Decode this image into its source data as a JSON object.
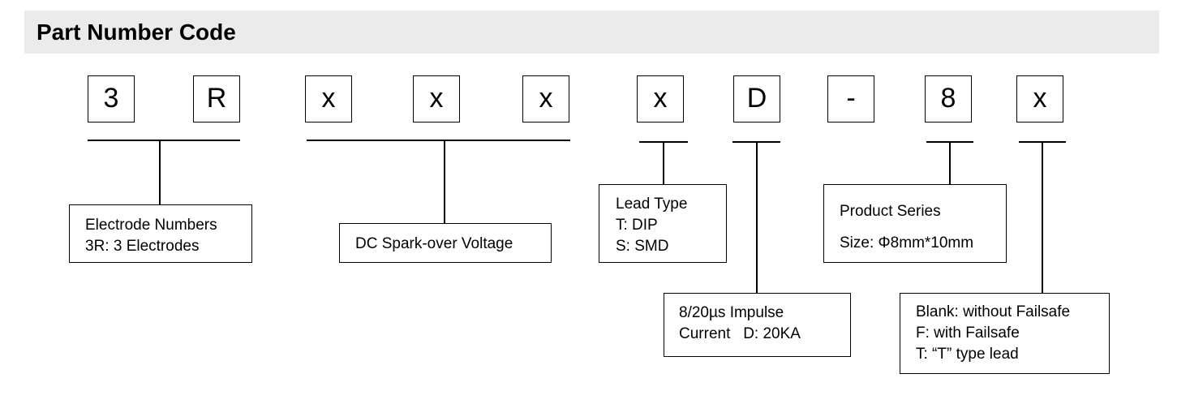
{
  "header": {
    "title": "Part Number Code"
  },
  "code_chars": [
    "3",
    "R",
    "x",
    "x",
    "x",
    "x",
    "D",
    "-",
    "8",
    "x"
  ],
  "descriptions": {
    "electrode": {
      "line1": "Electrode Numbers",
      "line2": "3R: 3 Electrodes"
    },
    "voltage": {
      "line1": "DC Spark-over Voltage"
    },
    "lead": {
      "line1": "Lead Type",
      "line2": "T: DIP",
      "line3": "S: SMD"
    },
    "impulse": {
      "line1": "8/20µs Impulse",
      "line2": "Current   D: 20KA"
    },
    "series": {
      "line1": "Product Series",
      "line2": "Size: Φ8mm*10mm"
    },
    "failsafe": {
      "line1": "Blank: without Failsafe",
      "line2": "F: with Failsafe",
      "line3": "T: “T” type lead"
    }
  }
}
